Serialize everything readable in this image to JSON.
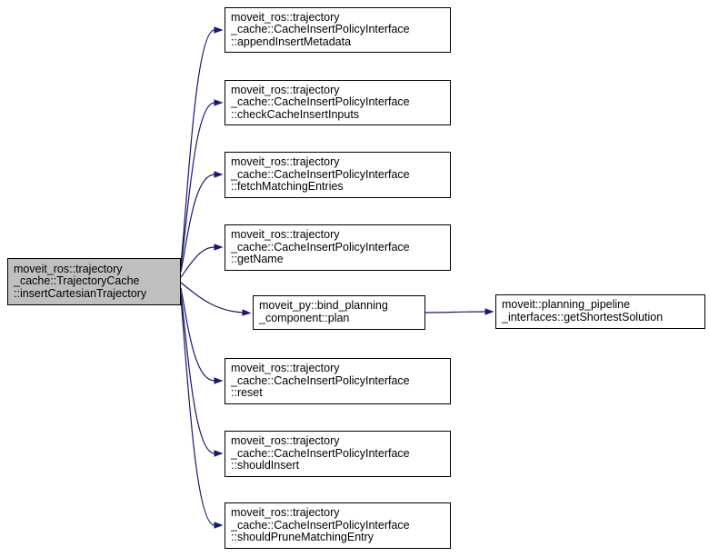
{
  "diagram": {
    "type": "call-graph",
    "colors": {
      "edge": "#191970",
      "node_fill": "#ffffff",
      "node_border": "#000000",
      "caller_fill": "#bfbfbf"
    },
    "caller": {
      "id": "insertCartesianTrajectory",
      "label": [
        "moveit_ros::trajectory",
        "_cache::TrajectoryCache",
        "::insertCartesianTrajectory"
      ]
    },
    "callees": [
      {
        "id": "appendInsertMetadata",
        "label": [
          "moveit_ros::trajectory",
          "_cache::CacheInsertPolicyInterface",
          "::appendInsertMetadata"
        ]
      },
      {
        "id": "checkCacheInsertInputs",
        "label": [
          "moveit_ros::trajectory",
          "_cache::CacheInsertPolicyInterface",
          "::checkCacheInsertInputs"
        ]
      },
      {
        "id": "fetchMatchingEntries",
        "label": [
          "moveit_ros::trajectory",
          "_cache::CacheInsertPolicyInterface",
          "::fetchMatchingEntries"
        ]
      },
      {
        "id": "getName",
        "label": [
          "moveit_ros::trajectory",
          "_cache::CacheInsertPolicyInterface",
          "::getName"
        ]
      },
      {
        "id": "plan",
        "label": [
          "moveit_py::bind_planning",
          "_component::plan"
        ]
      },
      {
        "id": "reset",
        "label": [
          "moveit_ros::trajectory",
          "_cache::CacheInsertPolicyInterface",
          "::reset"
        ]
      },
      {
        "id": "shouldInsert",
        "label": [
          "moveit_ros::trajectory",
          "_cache::CacheInsertPolicyInterface",
          "::shouldInsert"
        ]
      },
      {
        "id": "shouldPruneMatchingEntry",
        "label": [
          "moveit_ros::trajectory",
          "_cache::CacheInsertPolicyInterface",
          "::shouldPruneMatchingEntry"
        ]
      }
    ],
    "secondary_callee": {
      "id": "getShortestSolution",
      "label": [
        "moveit::planning_pipeline",
        "_interfaces::getShortestSolution"
      ]
    },
    "edges": [
      {
        "from": "insertCartesianTrajectory",
        "to": "appendInsertMetadata"
      },
      {
        "from": "insertCartesianTrajectory",
        "to": "checkCacheInsertInputs"
      },
      {
        "from": "insertCartesianTrajectory",
        "to": "fetchMatchingEntries"
      },
      {
        "from": "insertCartesianTrajectory",
        "to": "getName"
      },
      {
        "from": "insertCartesianTrajectory",
        "to": "plan"
      },
      {
        "from": "insertCartesianTrajectory",
        "to": "reset"
      },
      {
        "from": "insertCartesianTrajectory",
        "to": "shouldInsert"
      },
      {
        "from": "insertCartesianTrajectory",
        "to": "shouldPruneMatchingEntry"
      },
      {
        "from": "plan",
        "to": "getShortestSolution"
      }
    ]
  }
}
